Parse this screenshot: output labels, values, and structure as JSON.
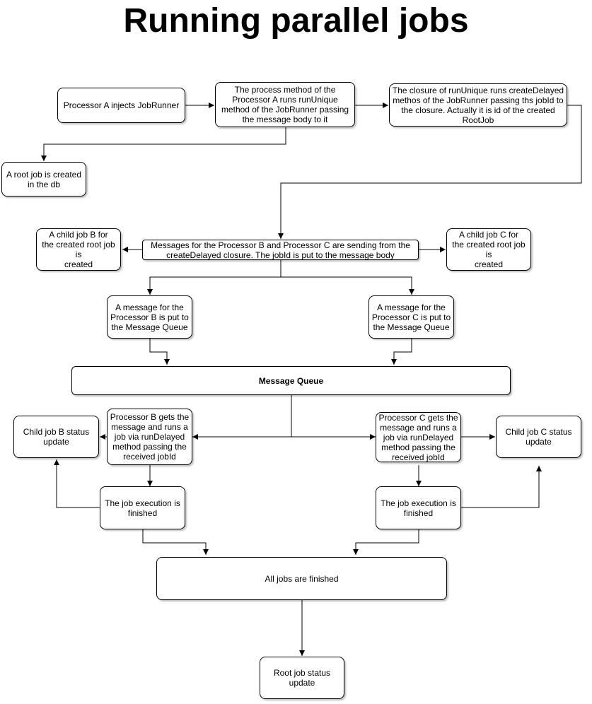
{
  "title": "Running parallel jobs",
  "nodes": {
    "processor_a": "Processor A injects JobRunner",
    "process_method": "The process method of the\nProcessor A runs runUnique\nmethod of the JobRunner passing\nthe  message body to it",
    "closure": "The closure of runUnique runs createDelayed\nmethos of the JobRunner passing ths jobId to\nthe closure. Actually it is id of the created\nRootJob",
    "root_job_created": "A root job is created\nin the db",
    "messages_sending": "Messages for the Processor B and Processor C are sending from the\ncreateDelayed closure. The jobId is put to the message body",
    "child_b_created": "A child      job B for\nthe created root job is\ncreated",
    "child_c_created": "A child      job C for\nthe created root job is\ncreated",
    "message_b": "A message for the\nProcessor B is put to\nthe Message Queue",
    "message_c": "A message for the\nProcessor C is put to\nthe Message Queue",
    "message_queue": "Message Queue",
    "processor_b_gets": "Processor B gets the\nmessage and runs a\njob via runDelayed\nmethod passing the\nreceived jobId",
    "processor_c_gets": "Processor C gets the\nmessage and runs a\njob via runDelayed\nmethod passing the\nreceived jobId",
    "child_b_status": "Child job B status\nupdate",
    "child_c_status": "Child job C status\nupdate",
    "job_b_finished": "The job execution is\nfinished",
    "job_c_finished": "The job execution is\nfinished",
    "all_finished": "All jobs are finished",
    "root_status": "Root job status\nupdate"
  },
  "style": {
    "stroke": "#000000",
    "fill": "#ffffff"
  }
}
